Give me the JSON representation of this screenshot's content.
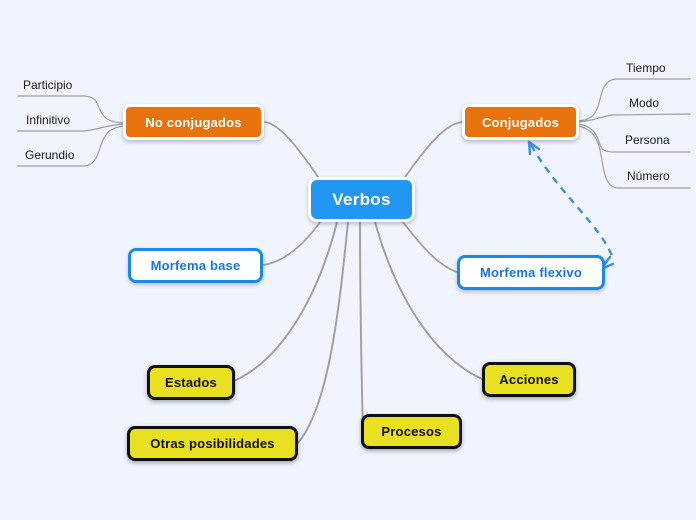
{
  "diagram": {
    "title": "Verbos",
    "type": "mind-map",
    "background_color": "#F0F4FC"
  },
  "colors": {
    "central": "#2196F3",
    "orange": "#E8730C",
    "blue_outline": "#1E88E5",
    "blue_text": "#1877DD",
    "yellow": "#E8E020",
    "yellow_border": "#101010",
    "edge": "#9E9E9E",
    "dashed_arrow": "#3E8EDE",
    "leaf_text": "#1B1B1B"
  },
  "central_node": {
    "label": "Verbos"
  },
  "main_nodes": [
    {
      "id": "no-conjugados",
      "label": "No conjugados",
      "style": "orange"
    },
    {
      "id": "conjugados",
      "label": "Conjugados",
      "style": "orange"
    },
    {
      "id": "morfema-base",
      "label": "Morfema base",
      "style": "blueline"
    },
    {
      "id": "morfema-flexivo",
      "label": "Morfema flexivo",
      "style": "blueline"
    },
    {
      "id": "estados",
      "label": "Estados",
      "style": "yellow"
    },
    {
      "id": "otras",
      "label": "Otras posibilidades",
      "style": "yellow"
    },
    {
      "id": "procesos",
      "label": "Procesos",
      "style": "yellow"
    },
    {
      "id": "acciones",
      "label": "Acciones",
      "style": "yellow"
    }
  ],
  "no_conjugados_children": [
    {
      "id": "participio",
      "label": "Participio"
    },
    {
      "id": "infinitivo",
      "label": "Infinitivo"
    },
    {
      "id": "gerundio",
      "label": "Gerundio"
    }
  ],
  "conjugados_children": [
    {
      "id": "tiempo",
      "label": "Tiempo"
    },
    {
      "id": "modo",
      "label": "Modo"
    },
    {
      "id": "persona",
      "label": "Persona"
    },
    {
      "id": "numero",
      "label": "Número"
    }
  ],
  "relation_arrow": {
    "from": "morfema-flexivo",
    "to": "conjugados",
    "style": "dashed",
    "arrowheads": "both"
  }
}
